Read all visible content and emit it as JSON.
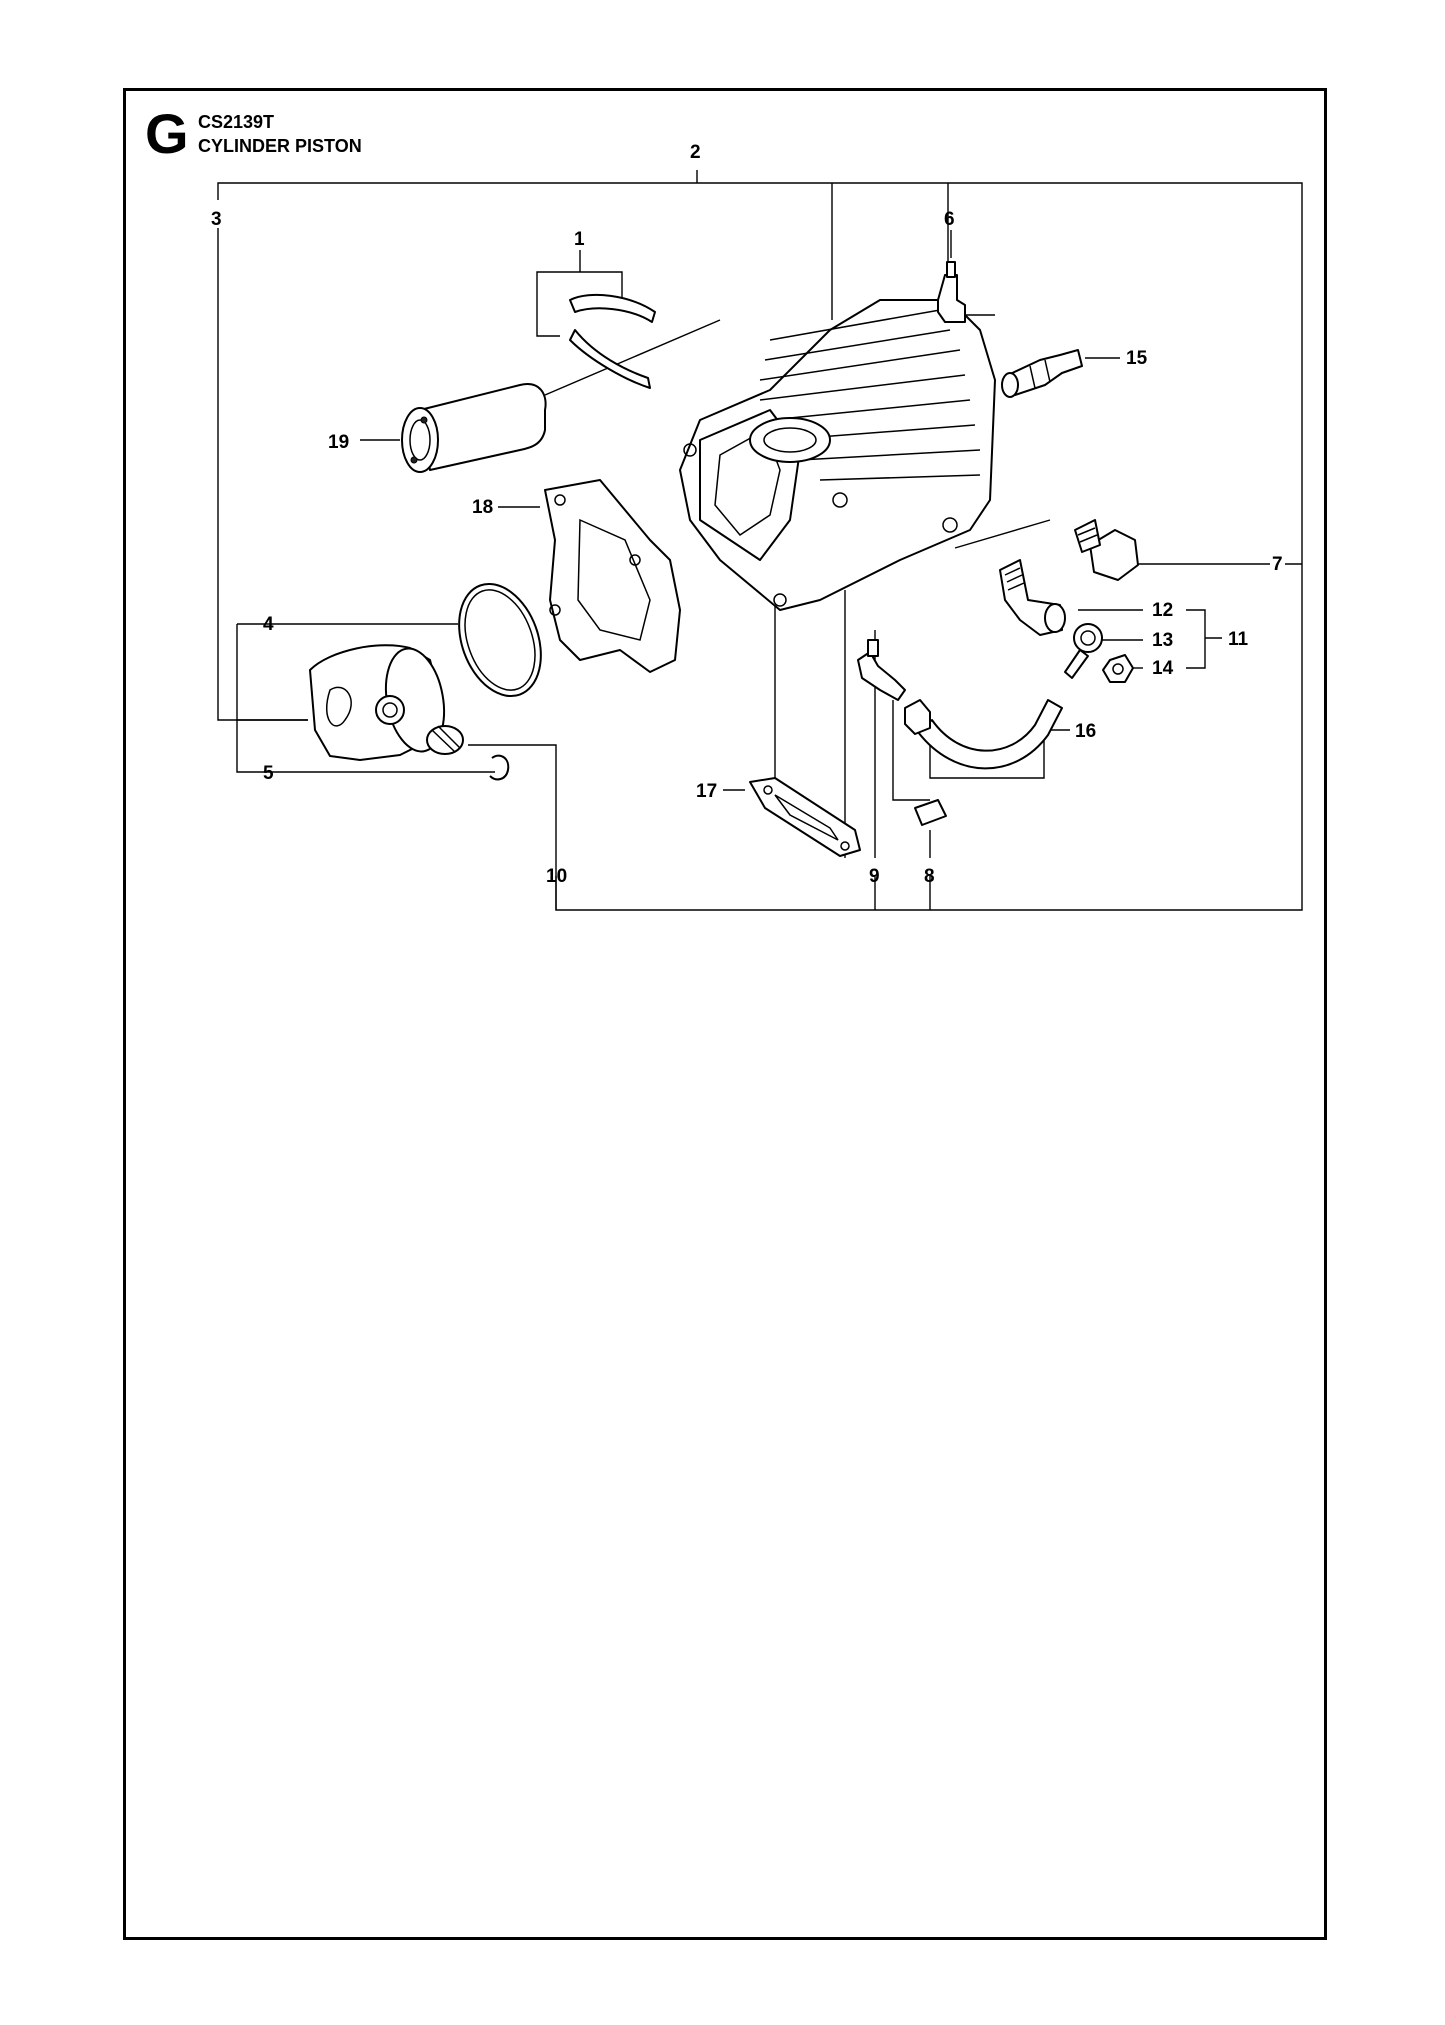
{
  "header": {
    "section_letter": "G",
    "model": "CS2139T",
    "title": "CYLINDER PISTON"
  },
  "callouts": {
    "c1": "1",
    "c2": "2",
    "c3": "3",
    "c4": "4",
    "c5": "5",
    "c6": "6",
    "c7": "7",
    "c8": "8",
    "c9": "9",
    "c10": "10",
    "c11": "11",
    "c12": "12",
    "c13": "13",
    "c14": "14",
    "c15": "15",
    "c16": "16",
    "c17": "17",
    "c18": "18",
    "c19": "19"
  }
}
